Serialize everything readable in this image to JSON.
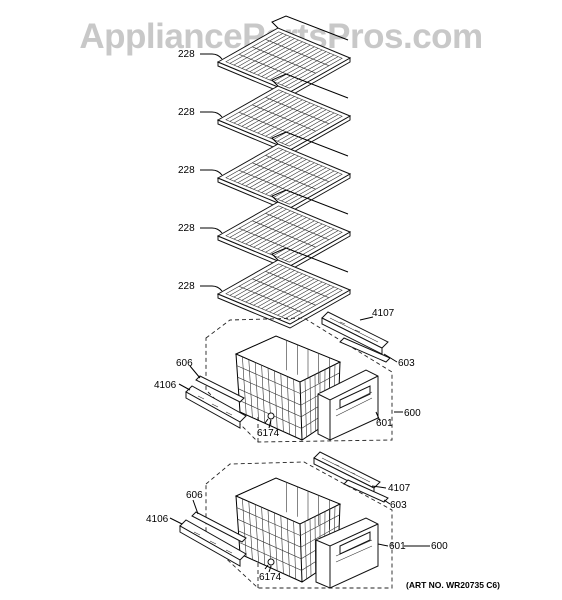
{
  "watermark": "AppliancePartsPros.com",
  "art_number": "(ART NO. WR20735 C6)",
  "shelves": [
    {
      "label": "228"
    },
    {
      "label": "228"
    },
    {
      "label": "228"
    },
    {
      "label": "228"
    },
    {
      "label": "228"
    }
  ],
  "upper_drawer": {
    "rail_right": "4107",
    "rail_left": "4106",
    "bracket_left": "606",
    "bracket_right": "603",
    "front": "601",
    "assembly": "600",
    "screw": "6174"
  },
  "lower_drawer": {
    "rail_right": "4107",
    "rail_left": "4106",
    "bracket_left": "606",
    "bracket_right": "603",
    "front": "601",
    "assembly": "600",
    "screw": "6174"
  }
}
